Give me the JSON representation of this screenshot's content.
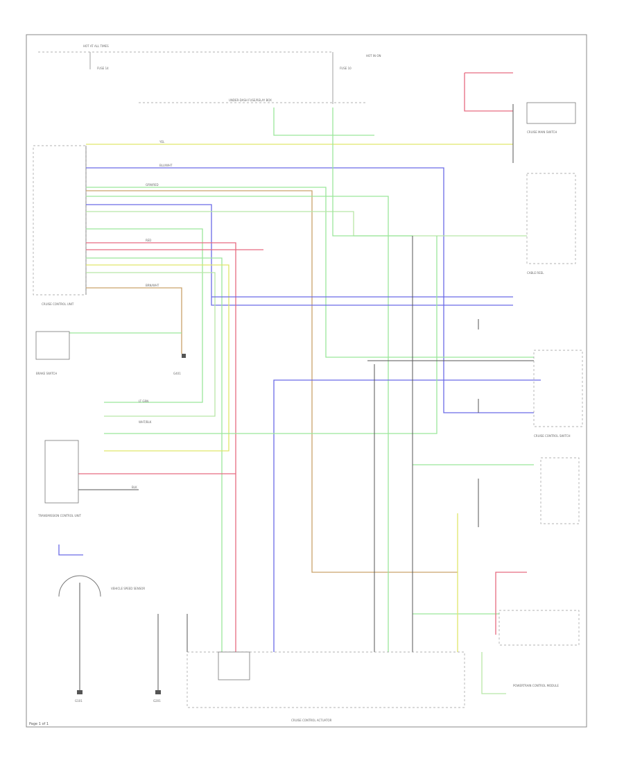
{
  "page_label": "Page 1 of 1",
  "components": {
    "hot_at_all_times": "HOT AT ALL TIMES",
    "hot_in_on": "HOT IN ON",
    "fuse_14": "FUSE 14",
    "fuse_10": "FUSE 10",
    "under_dash_fuse_box": "UNDER-DASH FUSE/RELAY BOX",
    "cruise_control_unit": "CRUISE CONTROL UNIT",
    "brake_switch": "BRAKE SWITCH",
    "vss": "VEHICLE SPEED SENSOR",
    "cruise_actuator": "CRUISE CONTROL ACTUATOR",
    "control_switch": "CRUISE CONTROL SWITCH",
    "main_switch": "CRUISE MAIN SWITCH",
    "clock_spring": "CABLE REEL",
    "pcm": "POWERTRAIN CONTROL MODULE",
    "tcm": "TRANSMISSION CONTROL UNIT",
    "g401": "G401",
    "g201": "G201",
    "g101": "G101"
  },
  "wires": [
    {
      "name": "YEL",
      "color": "#e0e66a"
    },
    {
      "name": "BLU/WHT",
      "color": "#6a6ae6"
    },
    {
      "name": "GRN/RED",
      "color": "#9ae69a"
    },
    {
      "name": "RED",
      "color": "#e66a80"
    },
    {
      "name": "BRN/WHT",
      "color": "#c9a26a"
    },
    {
      "name": "LT GRN",
      "color": "#b8e6a6"
    },
    {
      "name": "WHT/BLK",
      "color": "#bbbbbb"
    },
    {
      "name": "BLK",
      "color": "#555555"
    }
  ]
}
